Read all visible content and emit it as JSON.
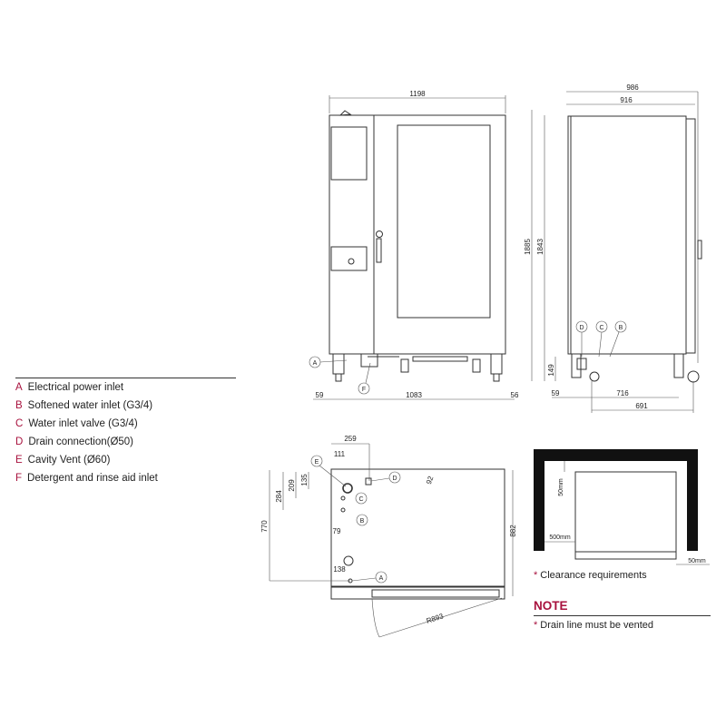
{
  "legend": [
    {
      "key": "A",
      "label": "Electrical power inlet"
    },
    {
      "key": "B",
      "label": "Softened water inlet (G3/4)"
    },
    {
      "key": "C",
      "label": "Water inlet valve (G3/4)"
    },
    {
      "key": "D",
      "label": "Drain connection(Ø50)"
    },
    {
      "key": "E",
      "label": "Cavity Vent (Ø60)"
    },
    {
      "key": "F",
      "label": "Detergent and rinse aid inlet"
    }
  ],
  "front_view": {
    "width": "1198",
    "left_offset": "59",
    "leg_span": "1083",
    "right_offset": "56",
    "callouts": [
      "A",
      "F"
    ]
  },
  "side_view": {
    "depth_total": "986",
    "depth_body": "916",
    "height_total": "1885",
    "height_body": "1843",
    "leg_height": "149",
    "left_offset": "59",
    "span_716": "716",
    "span_691": "691",
    "callouts": [
      "D",
      "C",
      "B"
    ]
  },
  "top_view": {
    "dim_259": "259",
    "dim_111": "111",
    "dim_135": "135",
    "dim_209": "209",
    "dim_284": "284",
    "dim_770": "770",
    "dim_79": "79",
    "dim_138": "138",
    "dim_92": "92",
    "dim_882": "882",
    "door_radius": "R893",
    "callouts": [
      "E",
      "D",
      "C",
      "B",
      "A"
    ]
  },
  "clearance": {
    "top": "50mm",
    "left": "500mm",
    "right": "50mm",
    "caption": "Clearance requirements"
  },
  "note": {
    "title": "NOTE",
    "text": "Drain line must be vented",
    "star": "*"
  }
}
